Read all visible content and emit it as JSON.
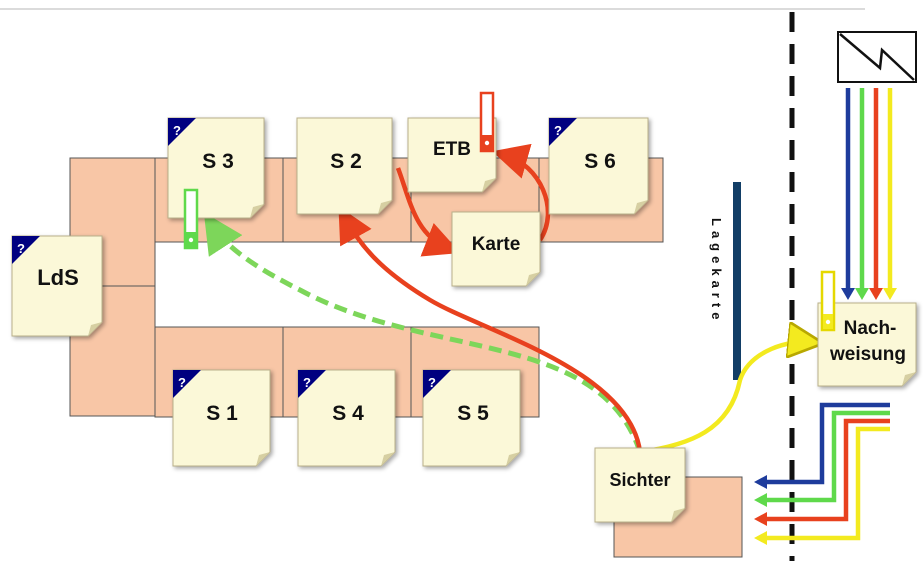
{
  "roles": {
    "lds": "LdS",
    "s1": "S 1",
    "s2": "S 2",
    "s3": "S 3",
    "s4": "S 4",
    "s5": "S 5",
    "s6": "S 6",
    "etb": "ETB",
    "karte": "Karte",
    "sichter": "Sichter",
    "nachweisung_line1": "Nach-",
    "nachweisung_line2": "weisung"
  },
  "help_mark": "?",
  "lagekarte_label": "Lagekarte",
  "colors": {
    "table": "#f8c6a6",
    "table_border": "#444444",
    "note": "#fbf8d8",
    "note_corner": "#000080",
    "blue": "#1e3c9c",
    "green": "#5fd94b",
    "red": "#e8411e",
    "yellow": "#f3ea1f",
    "dashed_green": "#7dd65a",
    "lagekarte_bar": "#123e66"
  },
  "icons": {
    "radio": "lightning-box-icon",
    "help": "question-corner-icon",
    "binder": "binder-icon"
  }
}
